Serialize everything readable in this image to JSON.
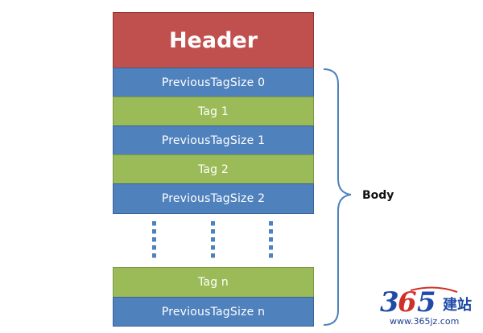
{
  "diagram": {
    "header": "Header",
    "blocks": [
      {
        "label": "PreviousTagSize 0",
        "kind": "prev"
      },
      {
        "label": "Tag 1",
        "kind": "tag"
      },
      {
        "label": "PreviousTagSize 1",
        "kind": "prev"
      },
      {
        "label": "Tag 2",
        "kind": "tag"
      },
      {
        "label": "PreviousTagSize 2",
        "kind": "prev"
      },
      {
        "label": "Tag n",
        "kind": "tag"
      },
      {
        "label": "PreviousTagSize n",
        "kind": "prev"
      }
    ],
    "brace_label": "Body"
  },
  "watermark": {
    "logo_digits": [
      "3",
      "6",
      "5"
    ],
    "logo_cn": "建站",
    "url": "www.365jz.com"
  },
  "colors": {
    "header": "#c0504d",
    "previous_tag_size": "#4f81bd",
    "tag": "#9bbb59",
    "brace": "#4f81bd"
  }
}
